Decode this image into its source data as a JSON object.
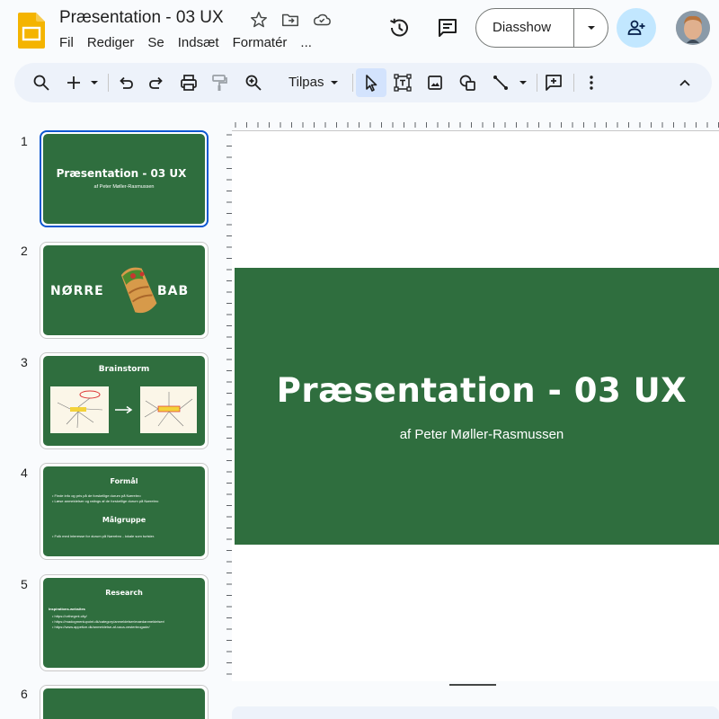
{
  "app": {
    "doc_title": "Præsentation - 03 UX",
    "menu": [
      "Fil",
      "Rediger",
      "Se",
      "Indsæt",
      "Formatér",
      "..."
    ],
    "slideshow_label": "Diasshow"
  },
  "toolbar": {
    "zoom_label": "Tilpas"
  },
  "slides": [
    {
      "number": "1",
      "title": "Præsentation - 03 UX",
      "subtitle": "af Peter Møller-Rasmussen"
    },
    {
      "number": "2",
      "title_left": "NØRRE",
      "title_right": "BAB"
    },
    {
      "number": "3",
      "title": "Brainstorm"
    },
    {
      "number": "4",
      "title": "Formål",
      "bullets": [
        "Finde info og pris på de forskellige durum på Nørrebro",
        "Læse anmeldelser og ratings af de forskellige durum på Nørrebro"
      ],
      "subtitle": "Målgruppe",
      "bullets2": [
        "Folk med interesse for durum på Nørrebro - lokale som turister."
      ]
    },
    {
      "number": "5",
      "title": "Research",
      "subheading": "Inspirations-websites",
      "links": [
        "https://orthegrnt.city/",
        "https://madogmeniupoint.dk/category/anmeldelser/maedanmeldelser/",
        "https://www.appetize.dk/anmeldelse-af-vaca-vesterbrogade/"
      ]
    },
    {
      "number": "6"
    }
  ],
  "current_slide": {
    "title": "Præsentation - 03 UX",
    "subtitle": "af Peter Møller-Rasmussen"
  },
  "colors": {
    "slide_green": "#2f6e3e",
    "accent_blue": "#0b57d0",
    "toolbar_bg": "#edf2fa"
  }
}
